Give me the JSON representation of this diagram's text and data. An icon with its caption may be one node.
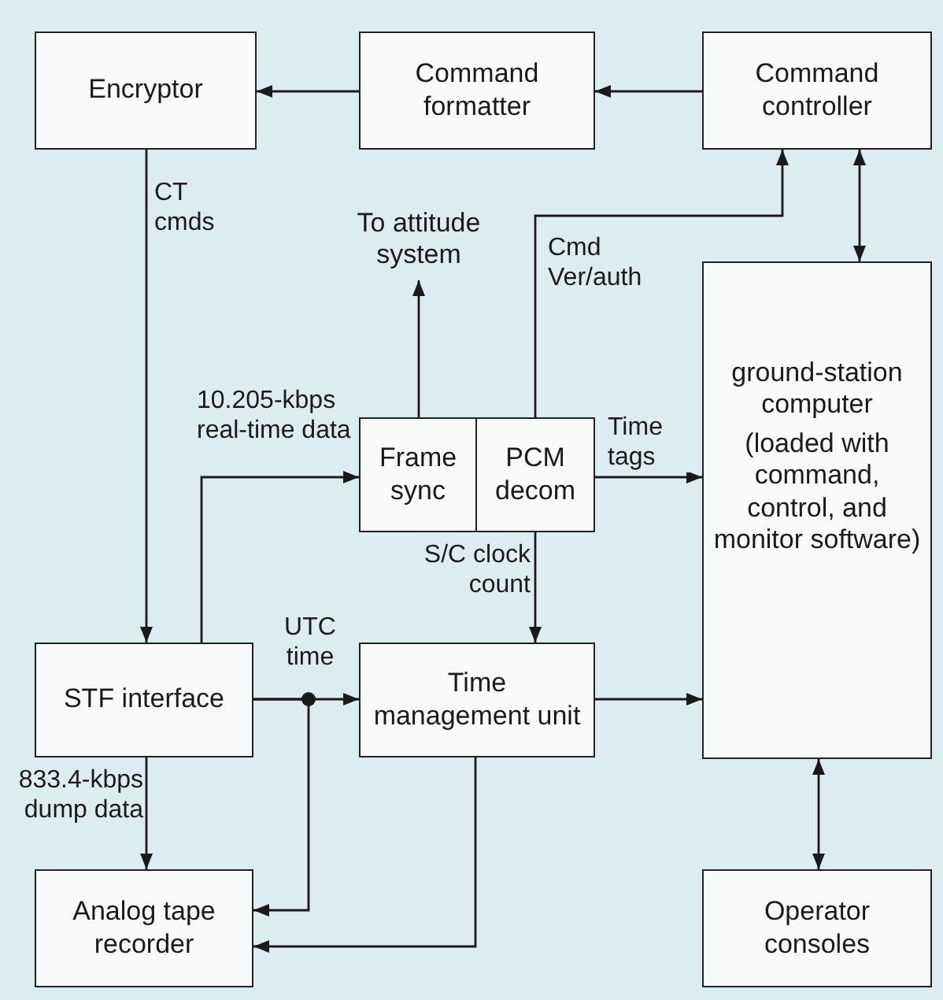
{
  "diagram": {
    "nodes": [
      {
        "text": [
          "Encryptor"
        ]
      },
      {
        "text": [
          "Command formatter"
        ]
      },
      {
        "text": [
          "Command controller"
        ]
      },
      {
        "text": [
          "Frame sync"
        ]
      },
      {
        "text": [
          "PCM decom"
        ]
      },
      {
        "text": [
          "ground-station computer",
          "(loaded with command, control, and monitor software)"
        ]
      },
      {
        "text": [
          "STF interface"
        ]
      },
      {
        "text": [
          "Time management unit"
        ]
      },
      {
        "text": [
          "Analog tape recorder"
        ]
      },
      {
        "text": [
          "Operator consoles"
        ]
      },
      {
        "text": [
          "To attitude system"
        ]
      }
    ],
    "edges": [
      {
        "from": 2,
        "to": 1,
        "arrow": "to"
      },
      {
        "from": 1,
        "to": 0,
        "arrow": "to"
      },
      {
        "from": 0,
        "to": 6,
        "arrow": "to",
        "label": "CT cmds"
      },
      {
        "from": 6,
        "to": 3,
        "arrow": "to",
        "label": "10.205-kbps real-time data"
      },
      {
        "from": 3,
        "to": 10,
        "arrow": "to"
      },
      {
        "from": 4,
        "to": 2,
        "arrow": "to",
        "label": "Cmd Ver/auth"
      },
      {
        "from": 2,
        "to": 5,
        "arrow": "both"
      },
      {
        "from": 4,
        "to": 5,
        "arrow": "to",
        "label": "Time tags"
      },
      {
        "from": 4,
        "to": 7,
        "arrow": "to",
        "label": "S/C clock count"
      },
      {
        "from": 6,
        "to": 7,
        "arrow": "to",
        "label": "UTC time"
      },
      {
        "from": 6,
        "to": 8,
        "arrow": "to"
      },
      {
        "from": 6,
        "to": 8,
        "arrow": "to",
        "label": "833.4-kbps dump data"
      },
      {
        "from": 7,
        "to": 8,
        "arrow": "to"
      },
      {
        "from": 7,
        "to": 5,
        "arrow": "to"
      },
      {
        "from": 5,
        "to": 9,
        "arrow": "both"
      }
    ]
  }
}
